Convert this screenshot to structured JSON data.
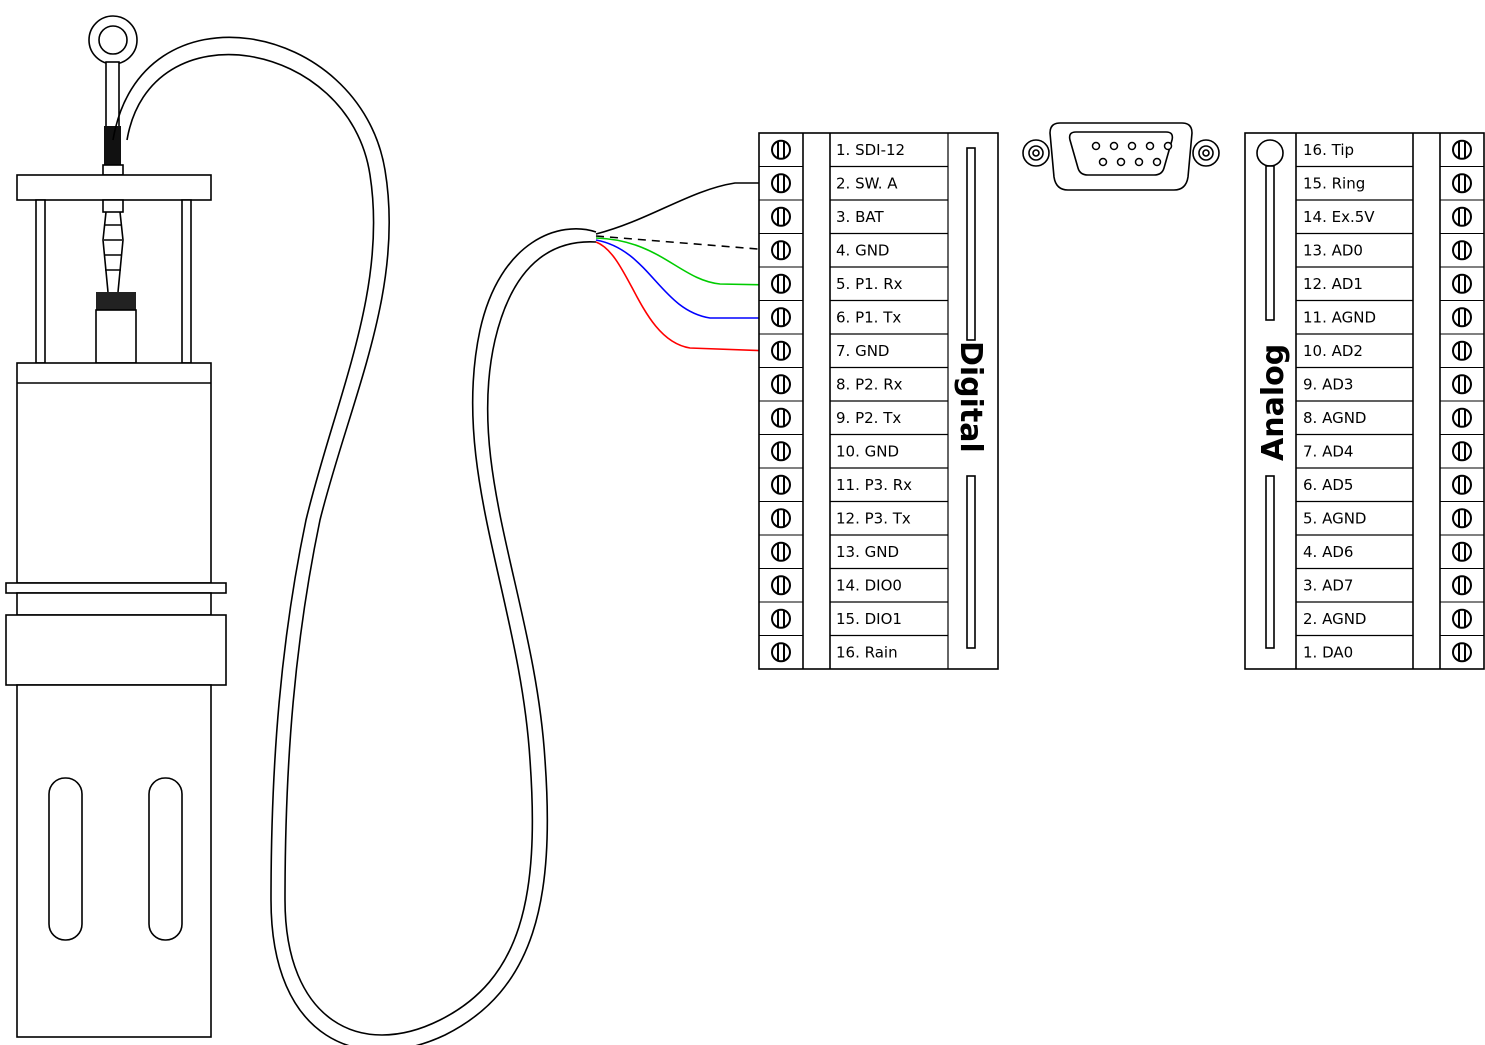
{
  "digital_block": {
    "title": "Digital",
    "pins": [
      "1. SDI-12",
      "2. SW. A",
      "3. BAT",
      "4. GND",
      "5. P1. Rx",
      "6. P1. Tx",
      "7. GND",
      "8. P2. Rx",
      "9. P2. Tx",
      "10. GND",
      "11. P3. Rx",
      "12. P3. Tx",
      "13. GND",
      "14. DIO0",
      "15. DIO1",
      "16. Rain"
    ]
  },
  "analog_block": {
    "title": "Analog",
    "pins": [
      "16. Tip",
      "15. Ring",
      "14. Ex.5V",
      "13. AD0",
      "12. AD1",
      "11. AGND",
      "10. AD2",
      "9. AD3",
      "8. AGND",
      "7. AD4",
      "6. AD5",
      "5. AGND",
      "4. AD6",
      "3. AD7",
      "2. AGND",
      "1. DA0"
    ]
  },
  "wire_colors": {
    "green": "#00cc00",
    "blue": "#0000ff",
    "red": "#ff0000",
    "black": "#000000"
  }
}
